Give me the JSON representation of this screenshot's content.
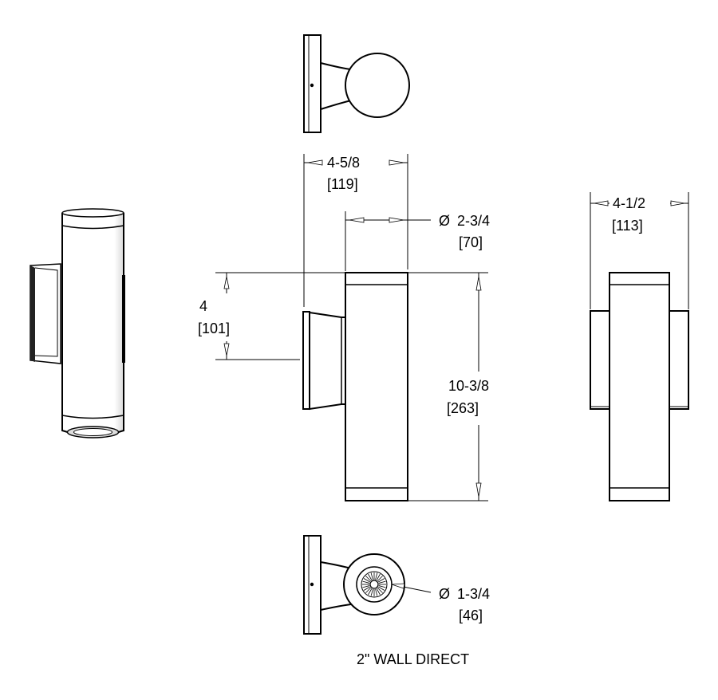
{
  "caption": "2\" WALL DIRECT",
  "dimensions": {
    "arm_projection": {
      "imperial": "4-5/8",
      "metric": "[119]"
    },
    "body_diameter": {
      "symbol": "Ø",
      "imperial": "2-3/4",
      "metric": "[70]"
    },
    "back_plate_height": {
      "imperial": "4",
      "metric": "[101]"
    },
    "overall_height": {
      "imperial": "10-3/8",
      "metric": "[263]"
    },
    "overall_width": {
      "imperial": "4-1/2",
      "metric": "[113]"
    },
    "lens_diameter": {
      "symbol": "Ø",
      "imperial": "1-3/4",
      "metric": "[46]"
    }
  }
}
